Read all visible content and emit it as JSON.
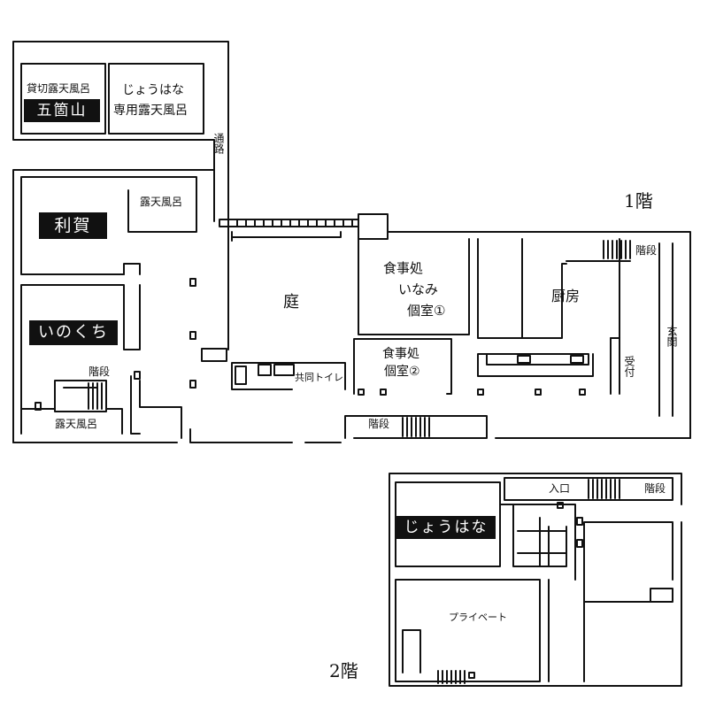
{
  "floor1": {
    "label": "1階",
    "rooms": {
      "gokayama": {
        "caption": "貸切露天風呂",
        "name": "五箇山"
      },
      "johana_bath": {
        "line1": "じょうはな",
        "line2": "専用露天風呂"
      },
      "tsuro": "通路",
      "toga": {
        "name": "利賀",
        "bath": "露天風呂"
      },
      "inokuchi": {
        "name": "いのくち",
        "stairs": "階段",
        "bath": "露天風呂"
      },
      "niwa": "庭",
      "inami": {
        "line1": "食事処",
        "line2": "いなみ",
        "line3": "個室①"
      },
      "koshitsu2": {
        "line1": "食事処",
        "line2": "個室②"
      },
      "toilet": "共同トイレ",
      "kitchen": "厨房",
      "stairs_top": "階段",
      "stairs_bottom": "階段",
      "uketsuke": "受付",
      "genkan": "玄関"
    }
  },
  "floor2": {
    "label": "2階",
    "rooms": {
      "johana": "じょうはな",
      "entrance": "入口",
      "stairs": "階段",
      "private": "プライベート"
    }
  }
}
